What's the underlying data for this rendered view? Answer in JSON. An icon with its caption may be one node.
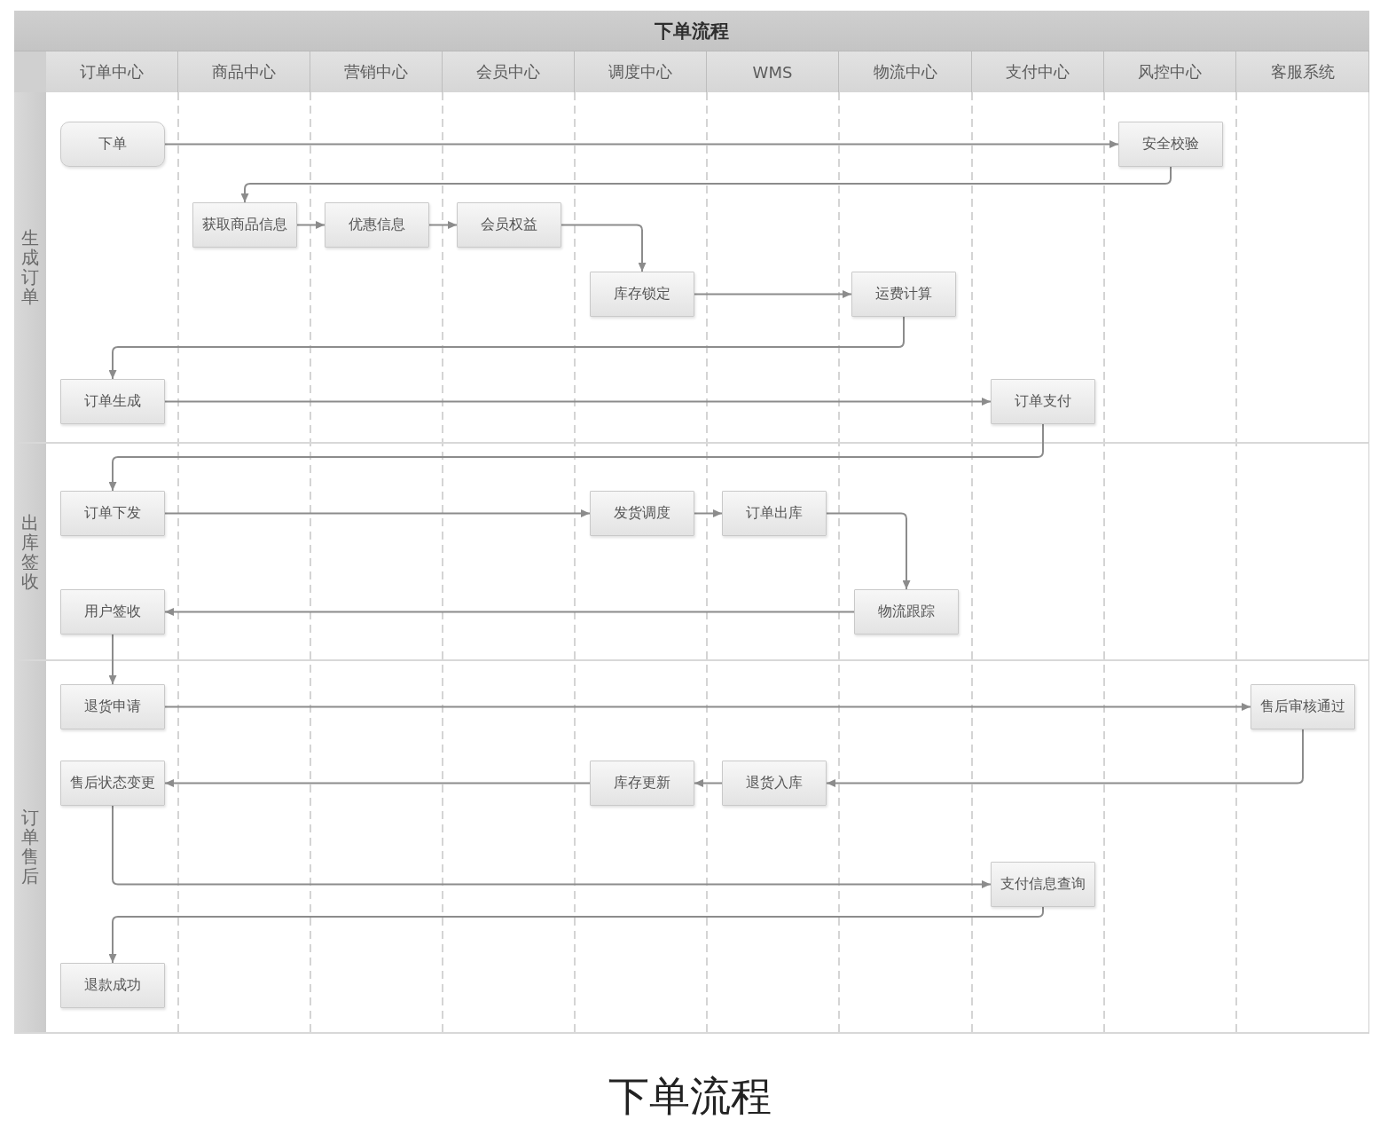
{
  "diagram": {
    "title": "下单流程",
    "caption": "下单流程",
    "nodes": [
      {
        "text": [
          "订单中心"
        ]
      },
      {
        "text": [
          "商品中心"
        ]
      },
      {
        "text": [
          "营销中心"
        ]
      },
      {
        "text": [
          "会员中心"
        ]
      },
      {
        "text": [
          "调度中心"
        ]
      },
      {
        "text": [
          "WMS"
        ]
      },
      {
        "text": [
          "物流中心"
        ]
      },
      {
        "text": [
          "支付中心"
        ]
      },
      {
        "text": [
          "风控中心"
        ]
      },
      {
        "text": [
          "客服系统"
        ]
      },
      {
        "text": [
          "生成订单"
        ]
      },
      {
        "text": [
          "下单"
        ],
        "in": 10
      },
      {
        "text": [
          "安全校验"
        ],
        "in": 10
      },
      {
        "text": [
          "获取商品信息"
        ],
        "in": 10
      },
      {
        "text": [
          "优惠信息"
        ],
        "in": 10
      },
      {
        "text": [
          "会员权益"
        ],
        "in": 10
      },
      {
        "text": [
          "库存锁定"
        ],
        "in": 10
      },
      {
        "text": [
          "运费计算"
        ],
        "in": 10
      },
      {
        "text": [
          "订单生成"
        ],
        "in": 10
      },
      {
        "text": [
          "订单支付"
        ],
        "in": 10
      },
      {
        "text": [
          "出库签收"
        ]
      },
      {
        "text": [
          "订单下发"
        ],
        "in": 20
      },
      {
        "text": [
          "发货调度"
        ],
        "in": 20
      },
      {
        "text": [
          "订单出库"
        ],
        "in": 20
      },
      {
        "text": [
          "物流跟踪"
        ],
        "in": 20
      },
      {
        "text": [
          "用户签收"
        ],
        "in": 20
      },
      {
        "text": [
          "订单售后"
        ]
      },
      {
        "text": [
          "退货申请"
        ],
        "in": 26
      },
      {
        "text": [
          "售后审核通过"
        ],
        "in": 26
      },
      {
        "text": [
          "售后状态变更"
        ],
        "in": 26
      },
      {
        "text": [
          "库存更新"
        ],
        "in": 26
      },
      {
        "text": [
          "退货入库"
        ],
        "in": 26
      },
      {
        "text": [
          "支付信息查询"
        ],
        "in": 26
      },
      {
        "text": [
          "退款成功"
        ],
        "in": 26
      }
    ],
    "edges": [
      {
        "from": 11,
        "to": 12,
        "arrow": "to"
      },
      {
        "from": 12,
        "to": 13,
        "arrow": "to"
      },
      {
        "from": 13,
        "to": 14,
        "arrow": "to"
      },
      {
        "from": 14,
        "to": 15,
        "arrow": "to"
      },
      {
        "from": 15,
        "to": 16,
        "arrow": "to"
      },
      {
        "from": 16,
        "to": 17,
        "arrow": "to"
      },
      {
        "from": 17,
        "to": 18,
        "arrow": "to"
      },
      {
        "from": 18,
        "to": 19,
        "arrow": "to"
      },
      {
        "from": 19,
        "to": 21,
        "arrow": "to"
      },
      {
        "from": 21,
        "to": 22,
        "arrow": "to"
      },
      {
        "from": 22,
        "to": 23,
        "arrow": "to"
      },
      {
        "from": 23,
        "to": 24,
        "arrow": "to"
      },
      {
        "from": 24,
        "to": 25,
        "arrow": "to"
      },
      {
        "from": 25,
        "to": 27,
        "arrow": "to"
      },
      {
        "from": 27,
        "to": 28,
        "arrow": "to"
      },
      {
        "from": 28,
        "to": 31,
        "arrow": "to"
      },
      {
        "from": 31,
        "to": 30,
        "arrow": "to"
      },
      {
        "from": 30,
        "to": 29,
        "arrow": "to"
      },
      {
        "from": 29,
        "to": 32,
        "arrow": "to"
      },
      {
        "from": 32,
        "to": 33,
        "arrow": "to"
      }
    ]
  }
}
